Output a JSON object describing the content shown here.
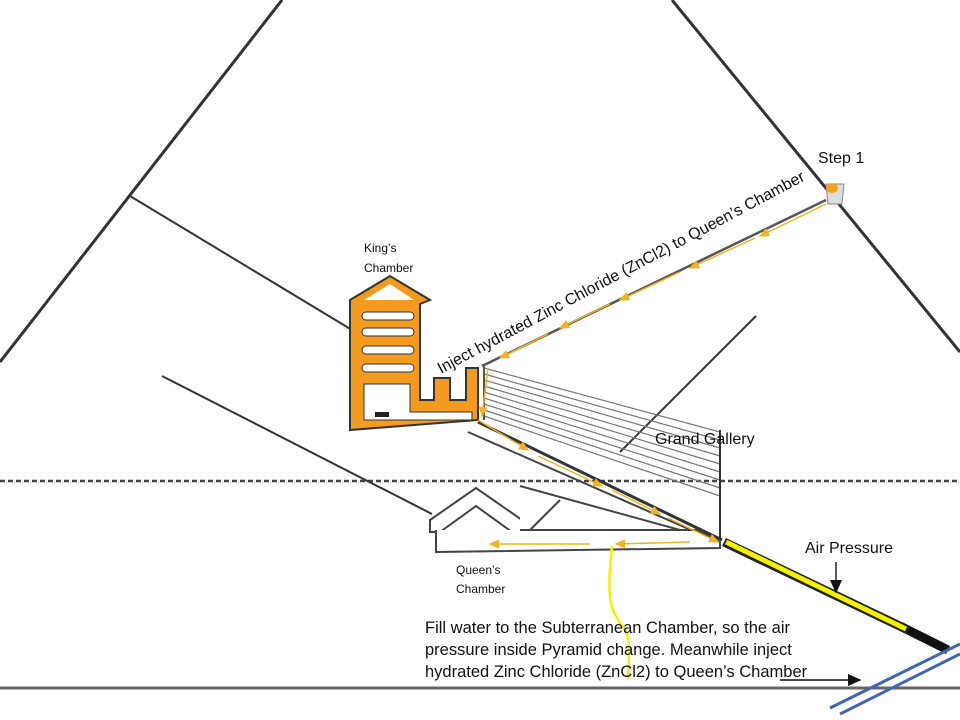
{
  "labels": {
    "step1": "Step 1",
    "kings_chamber_line1": "King’s",
    "kings_chamber_line2": "Chamber",
    "inject_path": "Inject hydrated Zinc Chloride (ZnCl2) to Queen’s Chamber",
    "grand_gallery": "Grand Gallery",
    "air_pressure": "Air Pressure",
    "queens_chamber_line1": "Queen’s",
    "queens_chamber_line2": "Chamber",
    "note_line1": "Fill water to the Subterranean Chamber, so the air",
    "note_line2": "pressure inside Pyramid change. Meanwhile inject",
    "note_line3": "hydrated Zinc Chloride (ZnCl2) to Queen’s Chamber"
  },
  "colors": {
    "orange": "#f39a1f",
    "flow_arrow": "#f2b321",
    "yellow": "#f2f200",
    "blue": "#3f66b5",
    "line": "#333333"
  }
}
